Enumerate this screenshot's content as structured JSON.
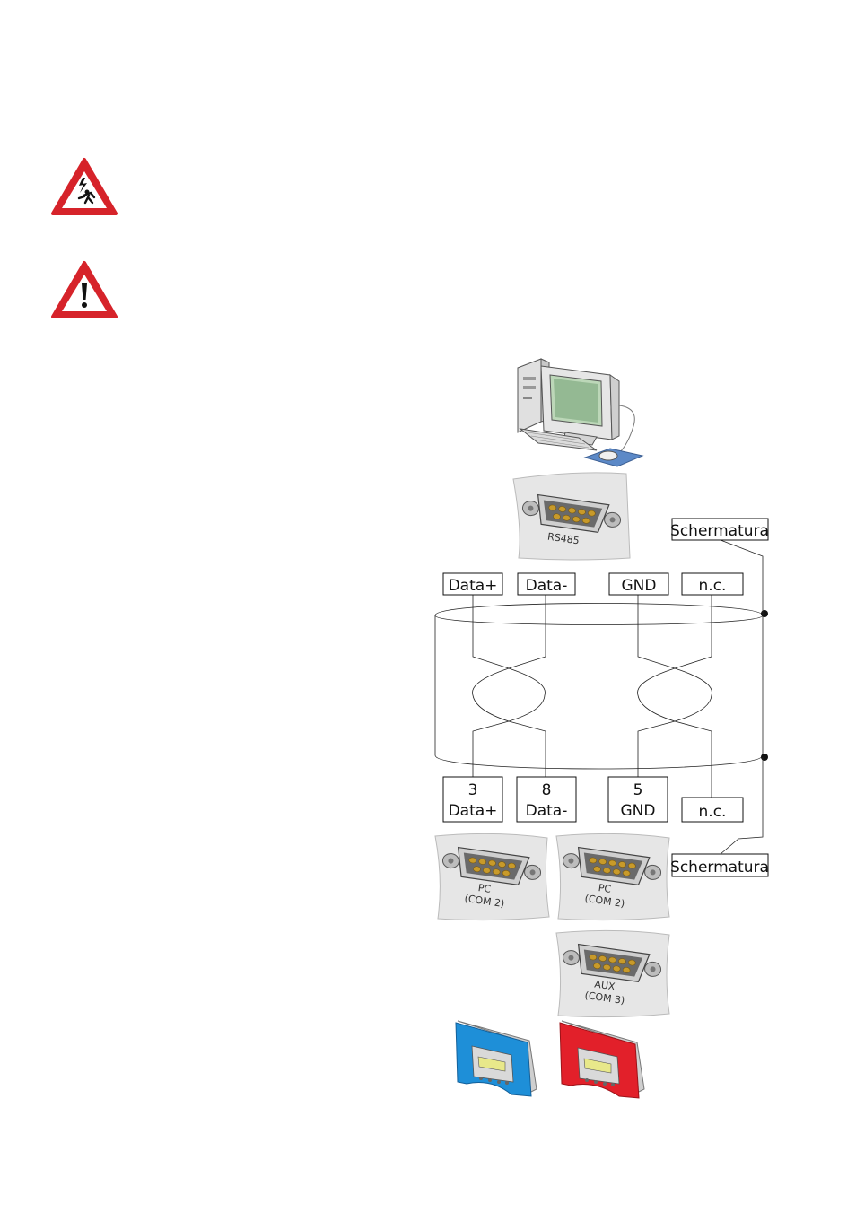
{
  "top_connector": {
    "label": "RS485"
  },
  "shield": {
    "label_top": "Schermatura",
    "label_bottom": "Schermatura"
  },
  "top_terminals": [
    {
      "text": "Data+"
    },
    {
      "text": "Data-"
    },
    {
      "text": "GND"
    },
    {
      "text": "n.c."
    }
  ],
  "bottom_terminals": [
    {
      "line1": "3",
      "line2": "Data+"
    },
    {
      "line1": "8",
      "line2": "Data-"
    },
    {
      "line1": "5",
      "line2": "GND"
    },
    {
      "line1": "",
      "line2": "n.c."
    }
  ],
  "bottom_connectors": [
    {
      "line1": "PC",
      "line2": "(COM 2)"
    },
    {
      "line1": "PC",
      "line2": "(COM 2)"
    },
    {
      "line1": "AUX",
      "line2": "(COM 3)"
    }
  ],
  "colors": {
    "warning_red": "#d6232a",
    "device_blue": "#1e8fd8",
    "device_red": "#e2202a",
    "connector_gold": "#c89a2a",
    "plate_gray": "#e6e6e6"
  }
}
